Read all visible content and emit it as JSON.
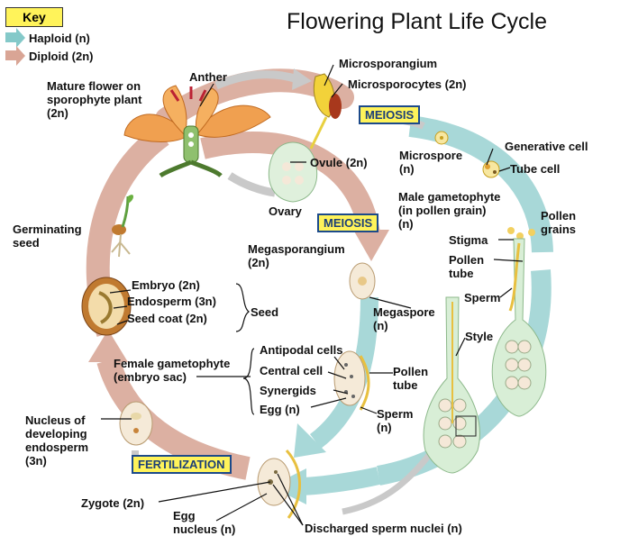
{
  "title": "Flowering Plant Life Cycle",
  "key": {
    "label": "Key",
    "haploid": "Haploid (n)",
    "diploid": "Diploid (2n)",
    "haploid_color": "#84c9c9",
    "diploid_color": "#d9a595"
  },
  "stages": {
    "meiosis_top": "MEIOSIS",
    "meiosis_mid": "MEIOSIS",
    "fertilization": "FERTILIZATION"
  },
  "labels": {
    "anther": "Anther",
    "mature_flower": [
      "Mature flower on",
      "sporophyte plant",
      "(2n)"
    ],
    "microsporangium": "Microsporangium",
    "microsporocytes": "Microsporocytes (2n)",
    "microspore": [
      "Microspore",
      "(n)"
    ],
    "generative_cell": "Generative cell",
    "tube_cell": "Tube cell",
    "ovule": "Ovule (2n)",
    "ovary": "Ovary",
    "male_gametophyte": [
      "Male gametophyte",
      "(in pollen grain)",
      "(n)"
    ],
    "pollen_grains": [
      "Pollen",
      "grains"
    ],
    "stigma": "Stigma",
    "pollen_tube_right": [
      "Pollen",
      "tube"
    ],
    "sperm_right": "Sperm",
    "germinating_seed": [
      "Germinating",
      "seed"
    ],
    "megasporangium": [
      "Megasporangium",
      "(2n)"
    ],
    "embryo": "Embryo (2n)",
    "endosperm": "Endosperm (3n)",
    "seed_coat": "Seed coat (2n)",
    "seed": "Seed",
    "megaspore": [
      "Megaspore",
      "(n)"
    ],
    "style": "Style",
    "female_gametophyte": [
      "Female gametophyte",
      "(embryo sac)"
    ],
    "antipodal_cells": "Antipodal cells",
    "central_cell": "Central cell",
    "synergids": "Synergids",
    "egg": "Egg (n)",
    "pollen_tube_mid": [
      "Pollen",
      "tube"
    ],
    "sperm_mid": [
      "Sperm",
      "(n)"
    ],
    "nucleus_endosperm": [
      "Nucleus of",
      "developing",
      "endosperm",
      "(3n)"
    ],
    "zygote": "Zygote (2n)",
    "egg_nucleus": [
      "Egg",
      "nucleus (n)"
    ],
    "discharged_sperm": "Discharged sperm nuclei (n)"
  }
}
